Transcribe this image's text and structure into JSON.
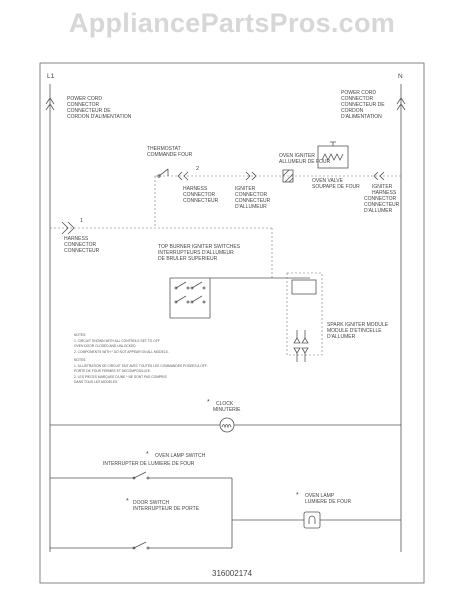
{
  "site_watermark": "AppliancePartsPros.com",
  "terminals": {
    "left": "L1",
    "right": "N"
  },
  "labels": {
    "power_cord_left": [
      "POWER CORD",
      "CONNECTOR",
      "CONNECTEUR DE",
      "CORDON D'ALIMENTATION"
    ],
    "power_cord_right": [
      "POWER CORD",
      "CONNECTOR",
      "CONNECTEUR DE",
      "CORDON",
      "D'ALIMENTATION"
    ],
    "thermostat": [
      "THERMOSTAT",
      "COMMANDE FOUR"
    ],
    "oven_igniter": [
      "OVEN IGNITER",
      "ALLUMEUR DE FOUR"
    ],
    "harness_connector_top": [
      "HARNESS",
      "CONNECTOR",
      "CONNECTEUR"
    ],
    "igniter_connector": [
      "IGNITER",
      "CONNECTOR",
      "CONNECTEUR",
      "D'ALLUMEUR"
    ],
    "oven_valve": [
      "OVEN VALVE",
      "SOUPAPE DE FOUR"
    ],
    "igniter_harness_connector": [
      "IGNITER",
      "HARNESS",
      "CONNECTOR",
      "CONNECTEUR",
      "D'ALLUMER"
    ],
    "harness_connector_left": [
      "HARNESS",
      "CONNECTOR",
      "CONNECTEUR"
    ],
    "top_burner_switches": [
      "TOP BURNER IGNITER SWITCHES",
      "INTERRUPTEURS D'ALLUMEUR",
      "DE BRULER SUPERIEUR"
    ],
    "spark_module": [
      "SPARK IGNITER MODULE",
      "MODULE D'ETINCELLE",
      "D'ALLUMER"
    ],
    "clock": [
      "CLOCK",
      "MINUTERIE"
    ],
    "oven_lamp_switch": [
      "OVEN LAMP SWITCH",
      "INTERRUPTER DE LUMIERE DE FOUR"
    ],
    "door_switch": [
      "DOOR SWITCH",
      "INTERRUPTEUR DE PORTE"
    ],
    "oven_lamp": [
      "OVEN LAMP",
      "LUMIERE DE FOUR"
    ]
  },
  "wire_markers": {
    "one": "1",
    "two": "2"
  },
  "asterisk": "*",
  "notes": [
    "NOTES:",
    "1.  CIRCUIT SHOWN WITH ALL CONTROLS SET TO OFF",
    "     OVEN DOOR CLOSED AND UNLOCKED",
    "2.  COMPONENTS WITH * DO NOT APPEAR ON ALL MODELS.",
    "NOTES:",
    "1.  ILLUSTRATION DE CIRCUIT FAIT AVEC TOUTES LES COMMANDES POSEES A OFF-",
    "     PORTE DE FOUR FERMEE ET DECOMPOSILLEE.",
    "2.  LES PIECES MARQUEE D'UNE * NE SONT PAS COMPRIS",
    "     DANS TOUS LES MODELES"
  ],
  "part_number": "316002174"
}
